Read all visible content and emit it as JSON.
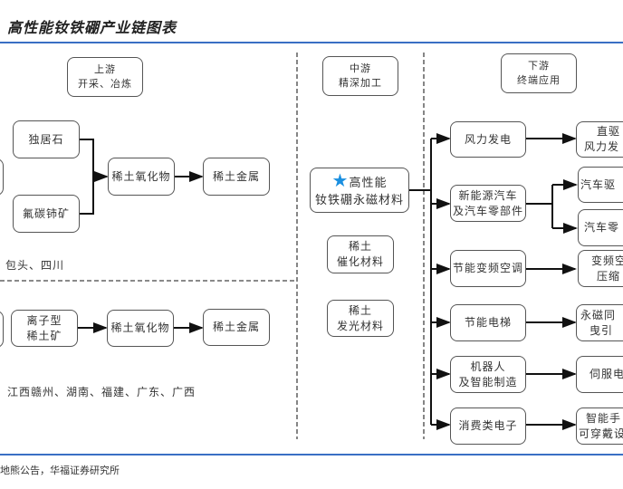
{
  "title": "高性能钕铁硼产业链图表",
  "colors": {
    "rule": "#3a6fc4",
    "star": "#1a8fe0"
  },
  "upstream": {
    "header": [
      "上游",
      "开采、冶炼"
    ],
    "north": {
      "ore1": "独居石",
      "ore2": "氟碳铈矿",
      "oxide": "稀土氧化物",
      "metal": "稀土金属",
      "region": "包头、四川"
    },
    "south": {
      "ore": [
        "离子型",
        "稀土矿"
      ],
      "oxide": "稀土氧化物",
      "metal": "稀土金属",
      "region": "江西赣州、湖南、福建、广东、广西"
    }
  },
  "midstream": {
    "header": [
      "中游",
      "精深加工"
    ],
    "main": [
      "高性能",
      "钕铁硼永磁材料"
    ],
    "main_icon": "star-icon",
    "catalyst": [
      "稀土",
      "催化材料"
    ],
    "luminescent": [
      "稀土",
      "发光材料"
    ]
  },
  "downstream": {
    "header": [
      "下游",
      "终端应用"
    ],
    "apps": [
      [
        "风力发电"
      ],
      [
        "新能源汽车",
        "及汽车零部件"
      ],
      [
        "节能变频空调"
      ],
      [
        "节能电梯"
      ],
      [
        "机器人",
        "及智能制造"
      ],
      [
        "消费类电子"
      ]
    ],
    "products": [
      [
        "直驱",
        "风力发"
      ],
      [
        "汽车驱"
      ],
      [
        "汽车零"
      ],
      [
        "变频空",
        "压缩"
      ],
      [
        "永磁同",
        "曳引"
      ],
      [
        "伺服电"
      ],
      [
        "智能手",
        "可穿戴设"
      ]
    ]
  },
  "source": "地熊公告，华福证券研究所"
}
